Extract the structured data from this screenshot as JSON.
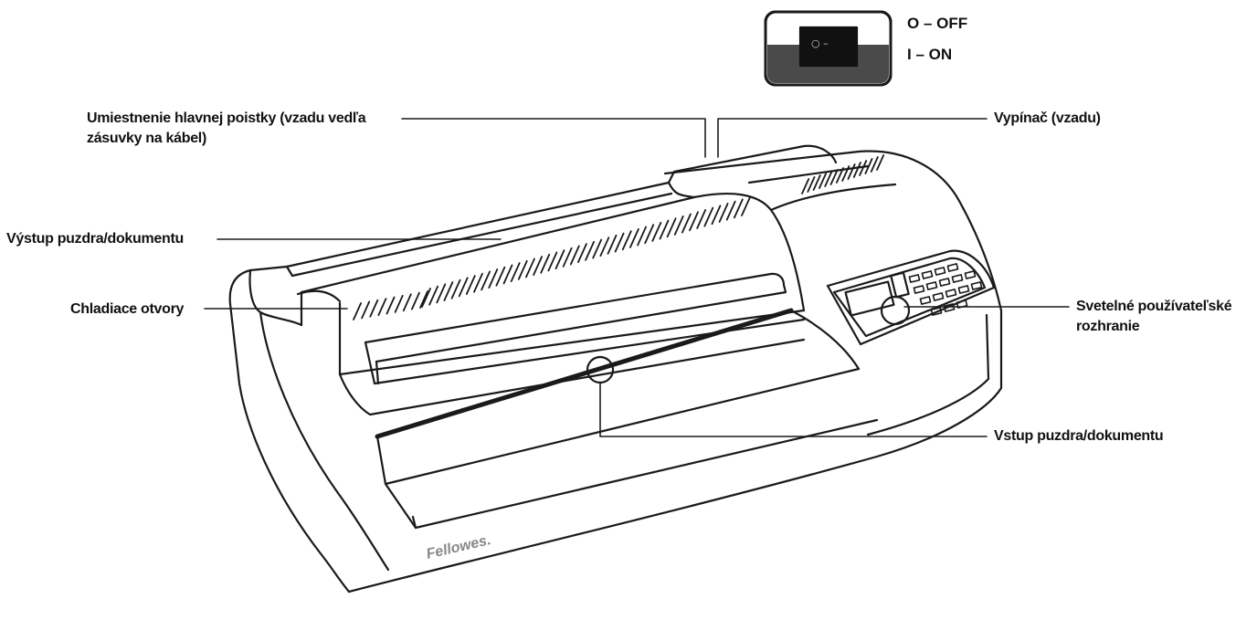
{
  "switch": {
    "off_label": "O – OFF",
    "on_label": "I – ON",
    "symbol": "○ –"
  },
  "callouts": {
    "fuse": {
      "line1": "Umiestnenie hlavnej poistky (vzadu vedľa",
      "line2": "zásuvky na kábel)"
    },
    "power_switch": "Vypínač (vzadu)",
    "exit": "Výstup puzdra/dokumentu",
    "vents": "Chladiace otvory",
    "interface": {
      "line1": "Svetelné používateľské",
      "line2": "rozhranie"
    },
    "entry": "Vstup puzdra/dokumentu"
  },
  "brand": "Fellowes."
}
